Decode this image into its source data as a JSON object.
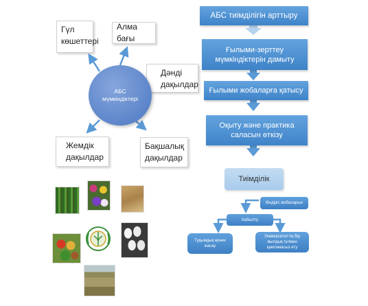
{
  "callouts": {
    "gul": "Гүл көшеттері",
    "alma": "Алма бағы",
    "dandi": "Дәнді дақылдар",
    "zhemdik": "Жемдік дақылдар",
    "bakshalyk": "Бақшалық дақылдар"
  },
  "center": {
    "label": "АБС мүмкіндіктері"
  },
  "flow": {
    "top": "АБС тиімділігін арттыру",
    "step1": "Ғылыми-зерттеу мүмкіндіктерін дамыту",
    "step2": "Ғылыми жобаларға қатысу",
    "step3": "Оқыту және практика саласын өткізу",
    "result": "Тиімділік"
  },
  "sub": {
    "production": "Өндіріс жобаларын",
    "center": "Кабылту",
    "left": "Тұқымдық өрнек жасау",
    "right": "Университеттің бір жылдық гүлмен қамтамасыз ету"
  },
  "colors": {
    "primary": "#3f83c8",
    "light": "#b6d3ee",
    "arrow": "#5a9ad6"
  }
}
